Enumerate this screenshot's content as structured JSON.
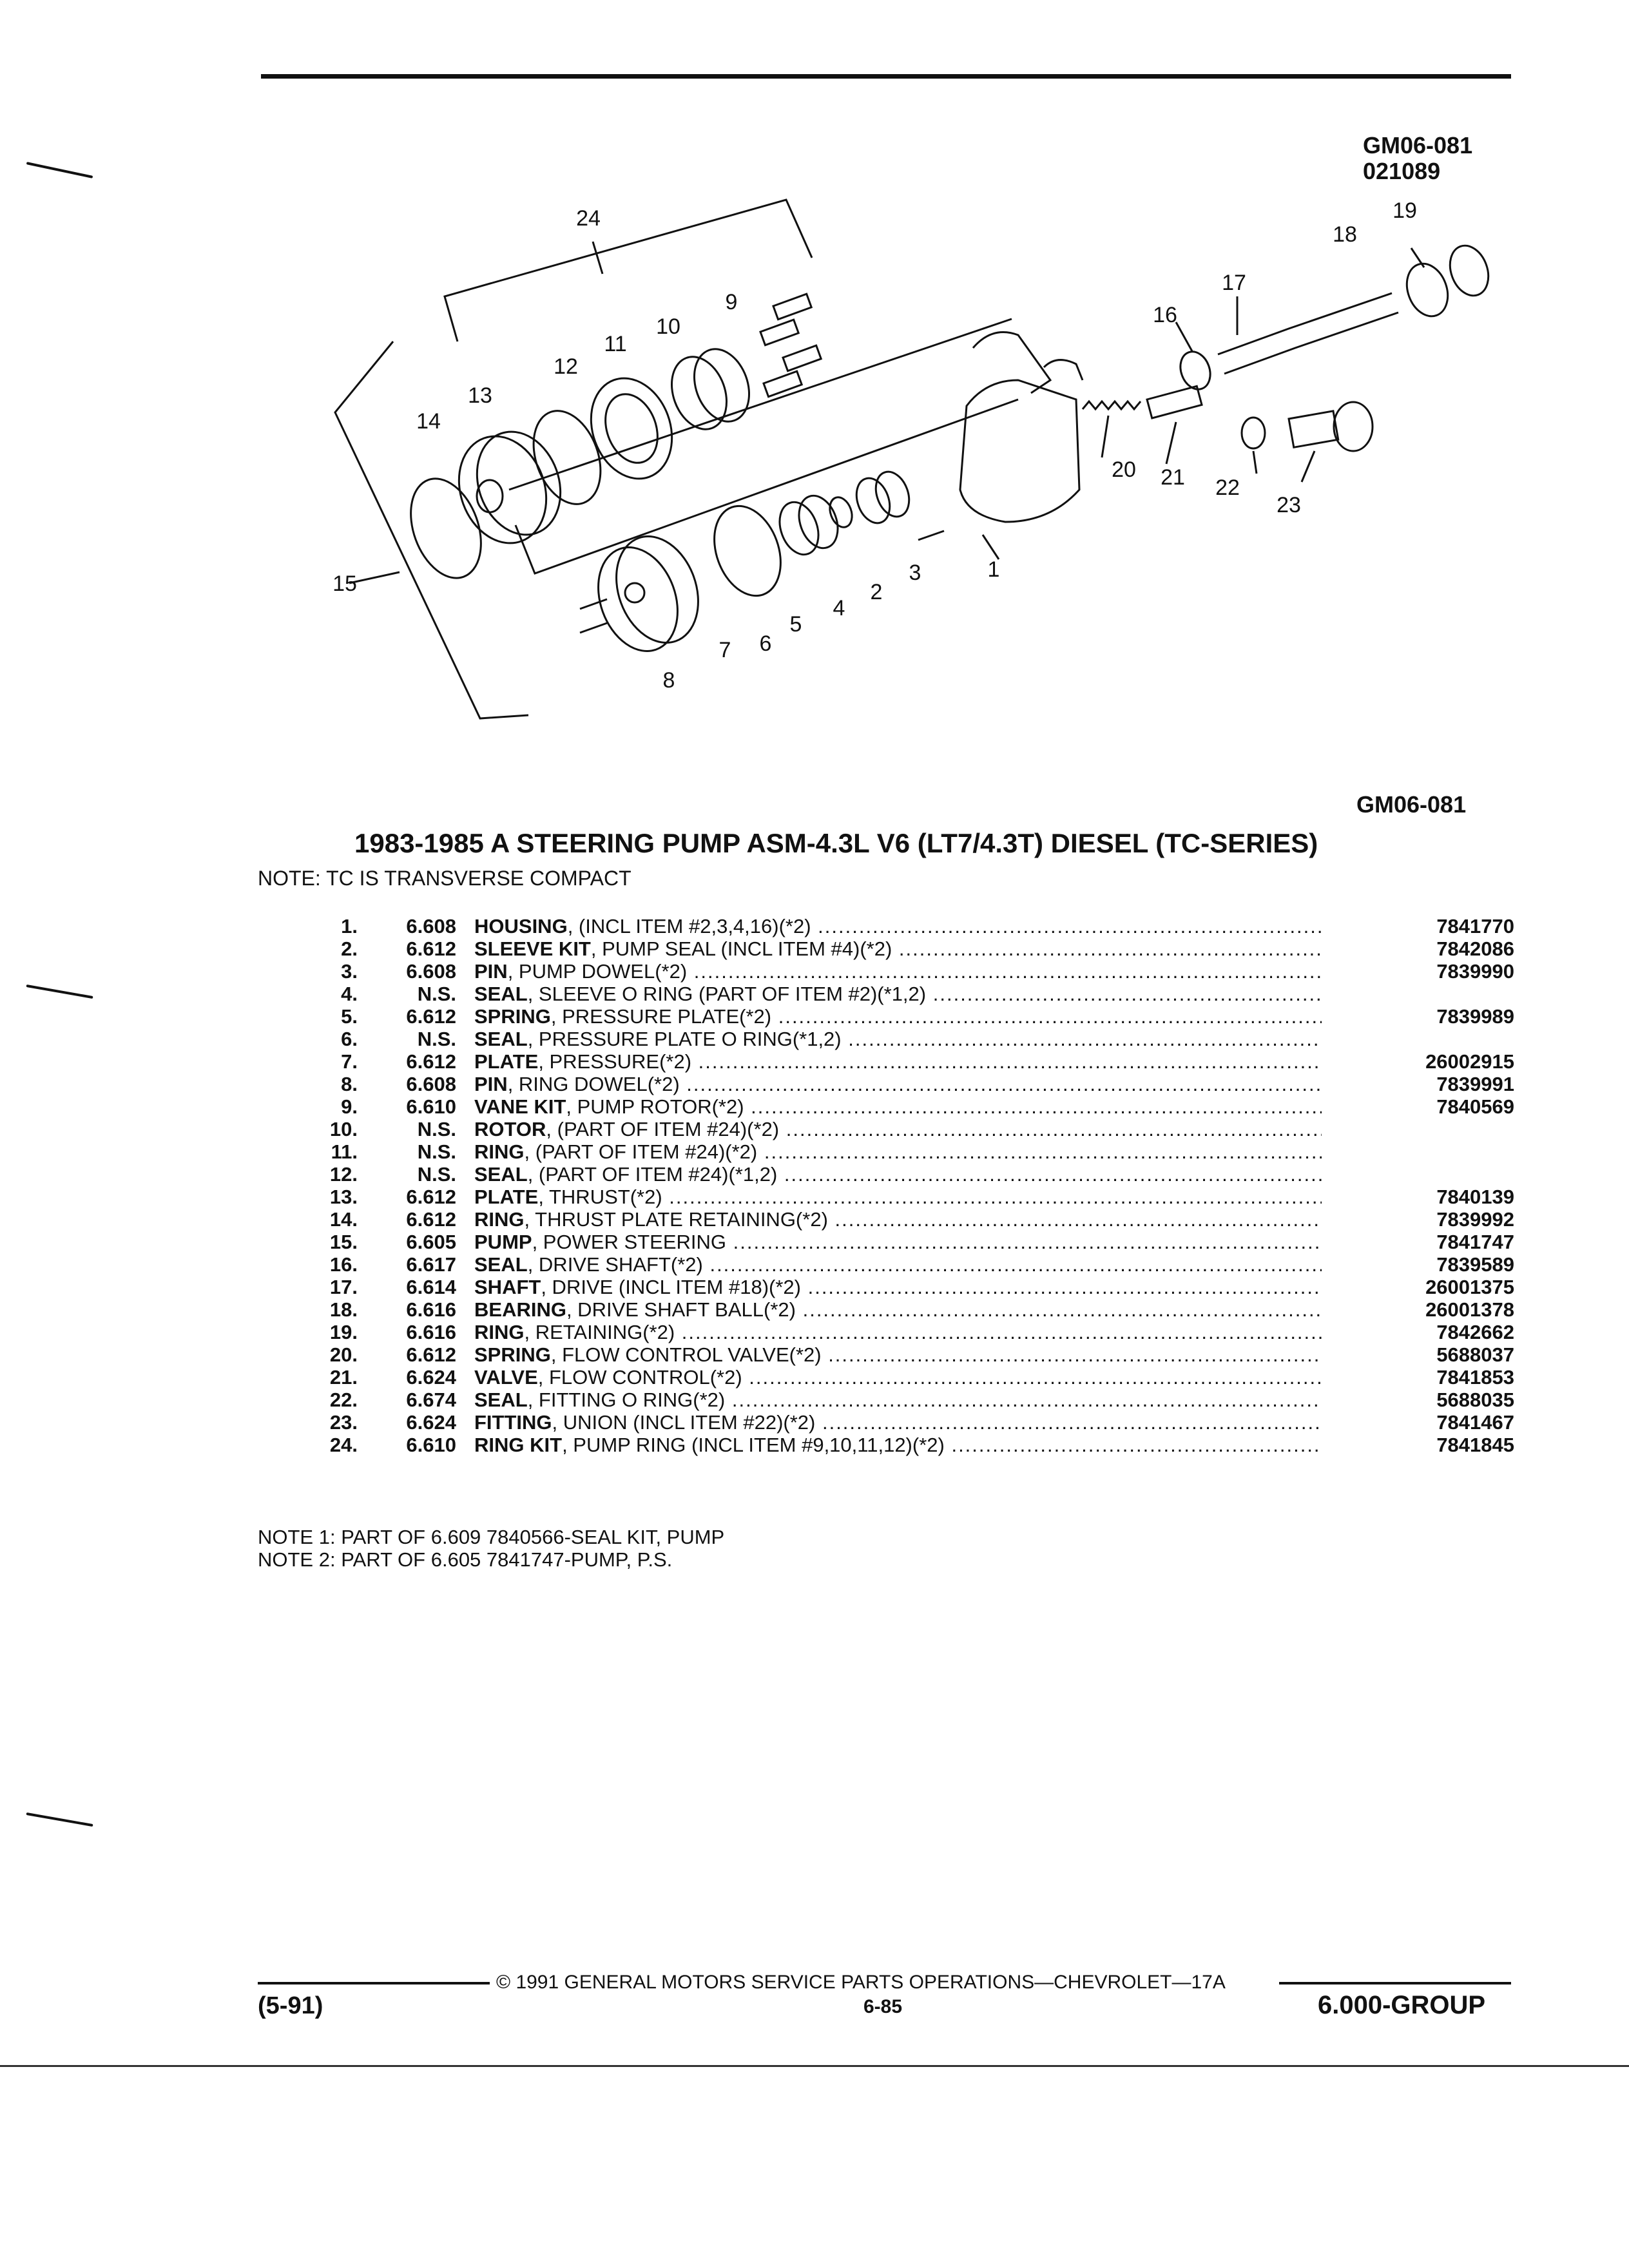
{
  "header": {
    "code_line1": "GM06-081",
    "code_line2": "021089"
  },
  "diagram": {
    "code": "GM06-081",
    "callouts": [
      "1",
      "2",
      "3",
      "4",
      "5",
      "6",
      "7",
      "8",
      "9",
      "10",
      "11",
      "12",
      "13",
      "14",
      "15",
      "16",
      "17",
      "18",
      "19",
      "20",
      "21",
      "22",
      "23",
      "24"
    ]
  },
  "title": "1983-1985 A STEERING PUMP ASM-4.3L V6 (LT7/4.3T) DIESEL (TC-SERIES)",
  "note": "NOTE:  TC IS TRANSVERSE COMPACT",
  "parts": [
    {
      "num": "1.",
      "group": "6.608",
      "name": "HOUSING",
      "detail": ", (INCL ITEM #2,3,4,16)(*2)",
      "pn": "7841770"
    },
    {
      "num": "2.",
      "group": "6.612",
      "name": "SLEEVE KIT",
      "detail": ", PUMP SEAL (INCL ITEM #4)(*2)",
      "pn": "7842086"
    },
    {
      "num": "3.",
      "group": "6.608",
      "name": "PIN",
      "detail": ", PUMP DOWEL(*2)",
      "pn": "7839990"
    },
    {
      "num": "4.",
      "group": "N.S.",
      "name": "SEAL",
      "detail": ", SLEEVE O RING (PART OF ITEM #2)(*1,2)",
      "pn": ""
    },
    {
      "num": "5.",
      "group": "6.612",
      "name": "SPRING",
      "detail": ", PRESSURE PLATE(*2)",
      "pn": "7839989"
    },
    {
      "num": "6.",
      "group": "N.S.",
      "name": "SEAL",
      "detail": ", PRESSURE PLATE O RING(*1,2)",
      "pn": ""
    },
    {
      "num": "7.",
      "group": "6.612",
      "name": "PLATE",
      "detail": ", PRESSURE(*2)",
      "pn": "26002915"
    },
    {
      "num": "8.",
      "group": "6.608",
      "name": "PIN",
      "detail": ", RING DOWEL(*2)",
      "pn": "7839991"
    },
    {
      "num": "9.",
      "group": "6.610",
      "name": "VANE KIT",
      "detail": ", PUMP ROTOR(*2)",
      "pn": "7840569"
    },
    {
      "num": "10.",
      "group": "N.S.",
      "name": "ROTOR",
      "detail": ", (PART OF ITEM #24)(*2)",
      "pn": ""
    },
    {
      "num": "11.",
      "group": "N.S.",
      "name": "RING",
      "detail": ", (PART OF ITEM #24)(*2)",
      "pn": ""
    },
    {
      "num": "12.",
      "group": "N.S.",
      "name": "SEAL",
      "detail": ", (PART OF ITEM #24)(*1,2)",
      "pn": ""
    },
    {
      "num": "13.",
      "group": "6.612",
      "name": "PLATE",
      "detail": ", THRUST(*2)",
      "pn": "7840139"
    },
    {
      "num": "14.",
      "group": "6.612",
      "name": "RING",
      "detail": ", THRUST PLATE RETAINING(*2)",
      "pn": "7839992"
    },
    {
      "num": "15.",
      "group": "6.605",
      "name": "PUMP",
      "detail": ", POWER STEERING",
      "pn": "7841747"
    },
    {
      "num": "16.",
      "group": "6.617",
      "name": "SEAL",
      "detail": ", DRIVE SHAFT(*2)",
      "pn": "7839589"
    },
    {
      "num": "17.",
      "group": "6.614",
      "name": "SHAFT",
      "detail": ", DRIVE (INCL ITEM #18)(*2)",
      "pn": "26001375"
    },
    {
      "num": "18.",
      "group": "6.616",
      "name": "BEARING",
      "detail": ", DRIVE SHAFT BALL(*2)",
      "pn": "26001378"
    },
    {
      "num": "19.",
      "group": "6.616",
      "name": "RING",
      "detail": ", RETAINING(*2)",
      "pn": "7842662"
    },
    {
      "num": "20.",
      "group": "6.612",
      "name": "SPRING",
      "detail": ", FLOW CONTROL VALVE(*2)",
      "pn": "5688037"
    },
    {
      "num": "21.",
      "group": "6.624",
      "name": "VALVE",
      "detail": ", FLOW CONTROL(*2)",
      "pn": "7841853"
    },
    {
      "num": "22.",
      "group": "6.674",
      "name": "SEAL",
      "detail": ", FITTING O RING(*2)",
      "pn": "5688035"
    },
    {
      "num": "23.",
      "group": "6.624",
      "name": "FITTING",
      "detail": ", UNION (INCL ITEM #22)(*2)",
      "pn": "7841467"
    },
    {
      "num": "24.",
      "group": "6.610",
      "name": "RING KIT",
      "detail": ", PUMP RING (INCL ITEM #9,10,11,12)(*2)",
      "pn": "7841845"
    }
  ],
  "footnotes": [
    "NOTE  1:  PART OF 6.609 7840566-SEAL KIT, PUMP",
    "NOTE  2:  PART OF 6.605 7841747-PUMP, P.S."
  ],
  "footer": {
    "copyright": "©  1991  GENERAL MOTORS SERVICE PARTS OPERATIONS—CHEVROLET—17A",
    "date_code": "(5-91)",
    "page": "6-85",
    "group": "6.000-GROUP"
  }
}
